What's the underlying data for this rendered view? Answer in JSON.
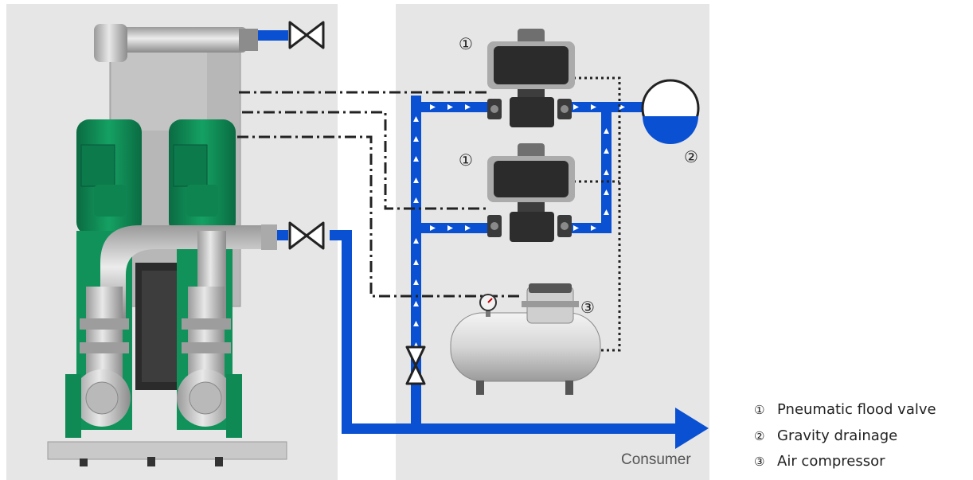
{
  "colors": {
    "panel": "#e6e6e6",
    "pipe": "#0a50d2",
    "water": "#0a50d2",
    "arrow": "#ffffff",
    "line": "#222222",
    "equipment": "#5a5a5a",
    "pump_green": "#0f8a55"
  },
  "callouts": [
    {
      "marker": "①"
    },
    {
      "marker": "①"
    },
    {
      "marker": "②"
    },
    {
      "marker": "③"
    }
  ],
  "flow_label": "Consumer",
  "legend": [
    {
      "marker": "①",
      "text": "Pneumatic flood valve"
    },
    {
      "marker": "②",
      "text": "Gravity drainage"
    },
    {
      "marker": "③",
      "text": "Air compressor"
    }
  ],
  "icons": {
    "valves": "butterfly-valve-icon",
    "actuators": "pneumatic-actuator-icon",
    "tank": "drainage-tank-icon",
    "compressor": "air-compressor-icon",
    "pump_unit": "booster-pump-unit-photo"
  }
}
